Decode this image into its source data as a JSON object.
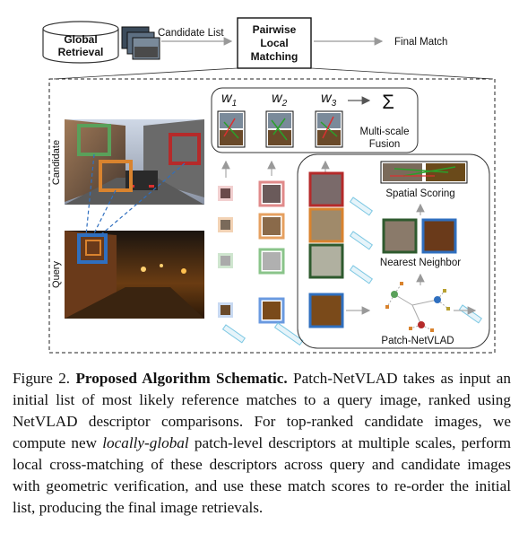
{
  "figure": {
    "global_retrieval_label_line1": "Global",
    "global_retrieval_label_line2": "Retrieval",
    "candidate_list_label": "Candidate List",
    "pairwise_line1": "Pairwise",
    "pairwise_line2": "Local",
    "pairwise_line3": "Matching",
    "final_match_label": "Final Match",
    "w1": "w",
    "w1_sub": "1",
    "w2": "w",
    "w2_sub": "2",
    "w3": "w",
    "w3_sub": "3",
    "sigma": "Σ",
    "multiscale_line1": "Multi-scale",
    "multiscale_line2": "Fusion",
    "spatial_scoring_label": "Spatial Scoring",
    "nearest_neighbor_label": "Nearest Neighbor",
    "patch_netvlad_label": "Patch-NetVLAD",
    "candidate_side_label": "Candidate",
    "query_side_label": "Query",
    "colors": {
      "red_patch": "#b52a2a",
      "green_patch": "#5aa05a",
      "orange_patch": "#d9832e",
      "blue_patch": "#2f6fbf",
      "dark_green": "#2e5a2e",
      "cyan_descriptor": "#7ec8e3"
    }
  },
  "caption": {
    "prefix": "Figure 2. ",
    "title": "Proposed Algorithm Schematic.",
    "part1": " Patch-NetVLAD takes as input an initial list of most likely reference matches to a query image, ranked using NetVLAD descriptor comparisons. For top-ranked candidate images, we compute new ",
    "emph": "locally-global",
    "part2": " patch-level descriptors at multiple scales, perform local cross-matching of these descriptors across query and candidate images with geometric verification, and use these match scores to re-order the initial list, producing the final image retrievals."
  }
}
